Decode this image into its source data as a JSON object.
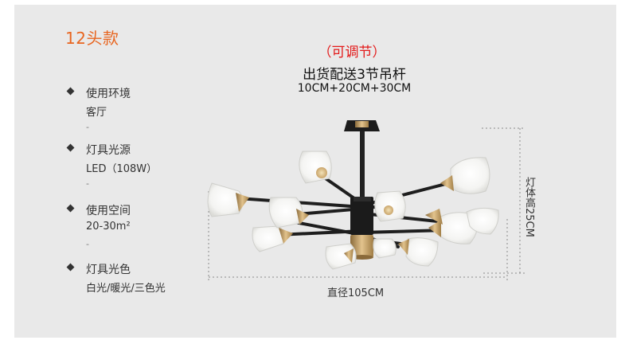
{
  "heading": "12头款",
  "specs": [
    {
      "label": "使用环境",
      "value": "客厅",
      "sep": "-"
    },
    {
      "label": "灯具光源",
      "value": "LED（108W）",
      "sep": "-"
    },
    {
      "label": "使用空间",
      "value": "20-30m²",
      "sep": "-"
    },
    {
      "label": "灯具光色",
      "value": "白光/暖光/三色光"
    }
  ],
  "rod": {
    "adjustable": "（可调节）",
    "shipping": "出货配送3节吊杆",
    "lengths": "10CM+20CM+30CM"
  },
  "dimensions": {
    "diameter": "直径105CM",
    "height": "灯体高25CM"
  },
  "colors": {
    "heading": "#e8651f",
    "adjustable": "#e31919",
    "panel": "#e9e9e9",
    "metal_black": "#1f1f1f",
    "brass": "#c9a062",
    "shade": "#f7f7f5"
  }
}
